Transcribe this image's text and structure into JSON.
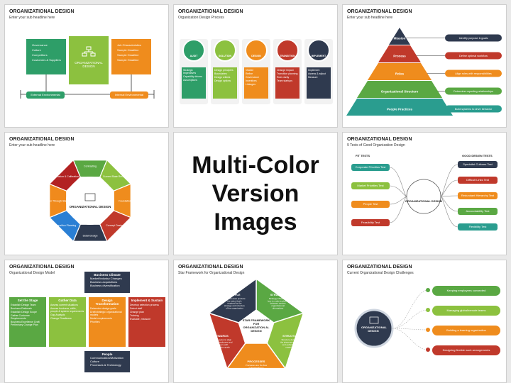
{
  "center": {
    "line1": "Multi-Color",
    "line2": "Version Images"
  },
  "slides": {
    "s1": {
      "title": "ORGANIZATIONAL DESIGN",
      "sub": "Enter your sub headline here",
      "left": [
        "Governance",
        "Culture",
        "Competitors",
        "Customers & Suppliers"
      ],
      "right": [
        "Job Characteristics",
        "Sample Headline",
        "Sample Headline",
        "Sample Headline"
      ],
      "center": "ORGANIZATIONAL DESIGN",
      "ext": "External Environmental",
      "int": "Internal Environmental"
    },
    "s2": {
      "title": "ORGANIZATIONAL DESIGN",
      "sub": "Organization Design Process",
      "steps": [
        {
          "name": "AUDIT",
          "items": [
            "Strategic Imperatives",
            "Capability drivers",
            "Assumptions"
          ]
        },
        {
          "name": "SOLUTION",
          "items": [
            "Design principles",
            "Boundaries",
            "Design criteria",
            "Design options"
          ]
        },
        {
          "name": "DESIGN",
          "items": [
            "Vitalize",
            "Refine",
            "Governance",
            "Incentives",
            "Linkages"
          ]
        },
        {
          "name": "TRANSITION",
          "items": [
            "Change impact",
            "Transition planning",
            "Role clarity",
            "Team startups"
          ]
        },
        {
          "name": "IMPLEMENT",
          "items": [
            "Implement",
            "Assess & adjust",
            "Measure"
          ]
        }
      ]
    },
    "s3": {
      "title": "ORGANIZATIONAL DESIGN",
      "sub": "Enter your sub headline here",
      "levels": [
        "Mission",
        "Process",
        "Roles",
        "Organizational Structure",
        "People Practices"
      ],
      "notes": [
        "Identify purpose & goals",
        "Define optimal workflow",
        "Align roles with responsibilities",
        "Determine reporting relationships",
        "Build systems to drive behavior"
      ]
    },
    "s4": {
      "title": "ORGANIZATIONAL DESIGN",
      "sub": "Enter your sub headline here",
      "center": "ORGANIZATIONAL DESIGN",
      "segments": [
        "Contracting",
        "Current State Review",
        "Foundation",
        "Concept Design",
        "Detail Design",
        "Transition Planning",
        "Implementation Through Stabilization",
        "Evaluation & Calibration"
      ]
    },
    "s5": {
      "title": "ORGANIZATIONAL DESIGN",
      "sub": "9 Tests of Good Organization Design",
      "fit_head": "FIT TESTS",
      "good_head": "GOOD DESIGN TESTS",
      "fit": [
        "Corporate Priorities Test",
        "Market Priorities Test",
        "People Test",
        "Feasibility Test"
      ],
      "good": [
        "Specialist Cultures Test",
        "Difficult Links Test",
        "Redundant Hierarchy Test",
        "Accountability Test",
        "Flexibility Test"
      ],
      "center": "ORGANIZATIONAL DESIGN"
    },
    "s6": {
      "title": "ORGANIZATIONAL DESIGN",
      "sub": "Organizational Design Model",
      "climate": "Business Climate",
      "climate_items": [
        "Market/Industry Changes",
        "Business acquisitions",
        "Business diversification"
      ],
      "cols": [
        {
          "head": "Set the Stage",
          "items": [
            "Establish Design Team",
            "Business Rationale",
            "Establish Design Scope",
            "Gather Customer Requirements",
            "Business Excellence Draft Preliminary Change Plan"
          ]
        },
        {
          "head": "Gather Data",
          "items": [
            "Assess current situations",
            "Assess business, skills, people & system requirements",
            "Gap Analysis",
            "Change Readiness"
          ]
        },
        {
          "head": "Design Transformation",
          "items": [
            "Determine design goals",
            "Draft strategic organizational models",
            "Model requirements",
            "Priorities"
          ]
        },
        {
          "head": "Implement & Sustain",
          "items": [
            "Develop selection process",
            "Select staff",
            "Change plan",
            "Training",
            "Evaluate, measure"
          ]
        }
      ],
      "people": "People",
      "people_items": [
        "Communication/Motivation",
        "Culture",
        "Processes & Technology"
      ]
    },
    "s7": {
      "title": "ORGANIZATIONAL DESIGN",
      "sub": "Star Framework for Organizational Design",
      "center": "STAR FRAMEWORK FOR ORGANIZATION AL DESIGN",
      "parts": [
        {
          "name": "STRATEGY",
          "text": "Strategy influences how to make tradeoffs between various organizational alternatives"
        },
        {
          "name": "STRUCTURE",
          "text": "Structure determines the placement of power and authority in the organization"
        },
        {
          "name": "PROCESSES",
          "text": "Processes are the flow of information & processes defining relationships and coordinating work flow"
        },
        {
          "name": "REWARDS",
          "text": "Reward systems align goals of employees and managers with organization goals"
        },
        {
          "name": "PEOPLE",
          "text": "HR processes produce the talent that's required by the strategy and structure of the organization"
        }
      ]
    },
    "s8": {
      "title": "ORGANIZATIONAL DESIGN",
      "sub": "Current Organizational Design Challenges",
      "center": "ORGANIZATIONAL DESIGN",
      "challenges": [
        "Keeping employees connected",
        "Managing global/remote teams",
        "Building a learning organization",
        "Designing flexible work arrangements"
      ]
    }
  },
  "colors": {
    "green": "#5aa843",
    "lime": "#8cc13f",
    "orange": "#f08a1c",
    "red": "#c0392b",
    "navy": "#2f3a4f",
    "teal": "#2a9d8f",
    "darkred": "#b22222"
  }
}
